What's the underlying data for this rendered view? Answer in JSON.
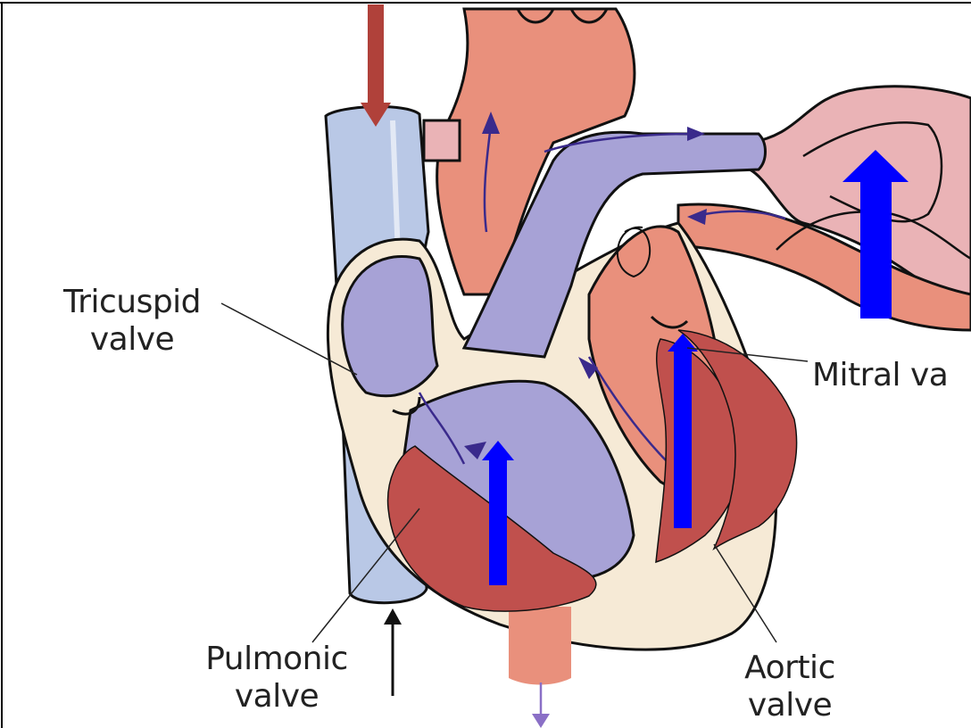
{
  "labels": {
    "tricuspid": {
      "line1": "Tricuspid",
      "line2": "valve"
    },
    "mitral": {
      "text": "Mitral va"
    },
    "pulmonic": {
      "line1": "Pulmonic",
      "line2": "valve"
    },
    "aortic": {
      "line1": "Aortic",
      "line2": "valve"
    }
  },
  "colors": {
    "vena_cava": "#b9c8e6",
    "deoxygenated_chamber": "#a7a2d6",
    "oxygenated_tissue": "#e9907c",
    "myocardium_light": "#f6ead6",
    "overlay_muscle": "#c0504d",
    "overlay_arrow": "#0000ff",
    "inflow_arrow": "#b0413a",
    "lung_vessel": "#eab3b6",
    "flow_arrow": "#3a2a8c",
    "outline": "#111111"
  }
}
